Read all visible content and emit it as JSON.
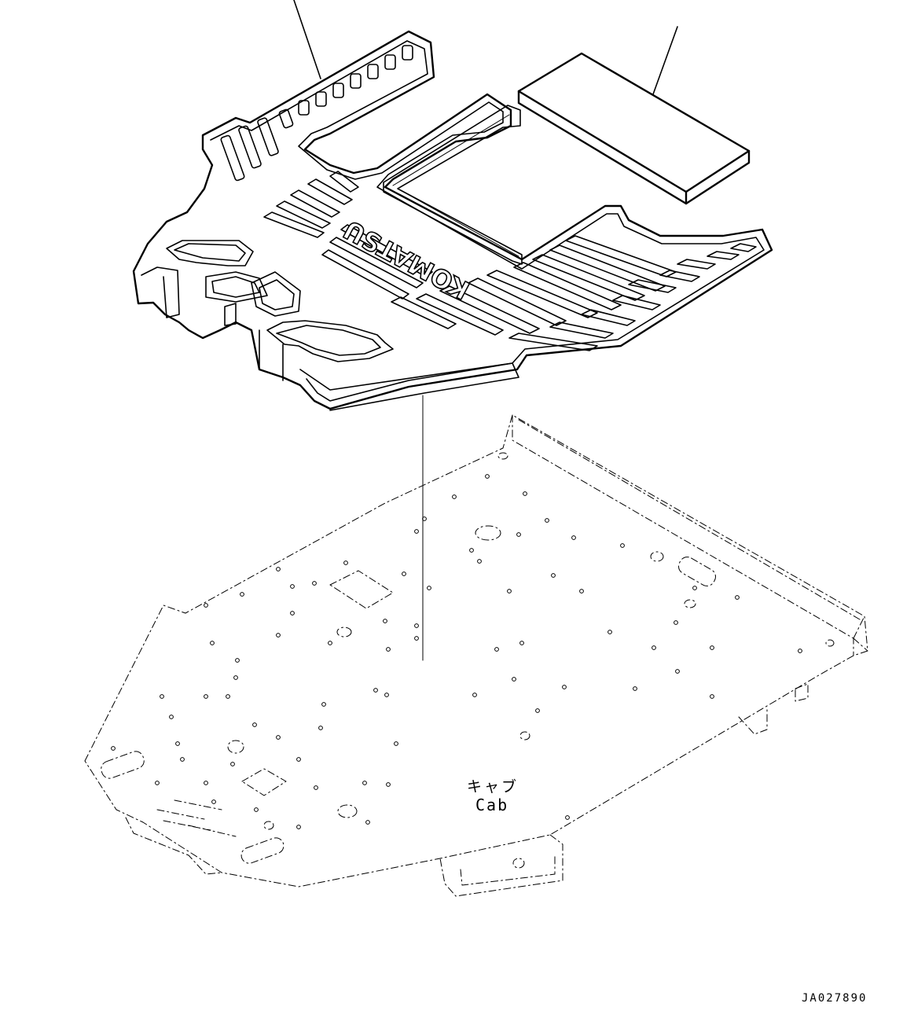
{
  "floor_mat": {
    "logo_text": "KOMATSU"
  },
  "cab_label": {
    "japanese": "キャブ",
    "english": "Cab"
  },
  "drawing_code": "JA027890",
  "ink_color": "#000000",
  "background_color": "#ffffff"
}
